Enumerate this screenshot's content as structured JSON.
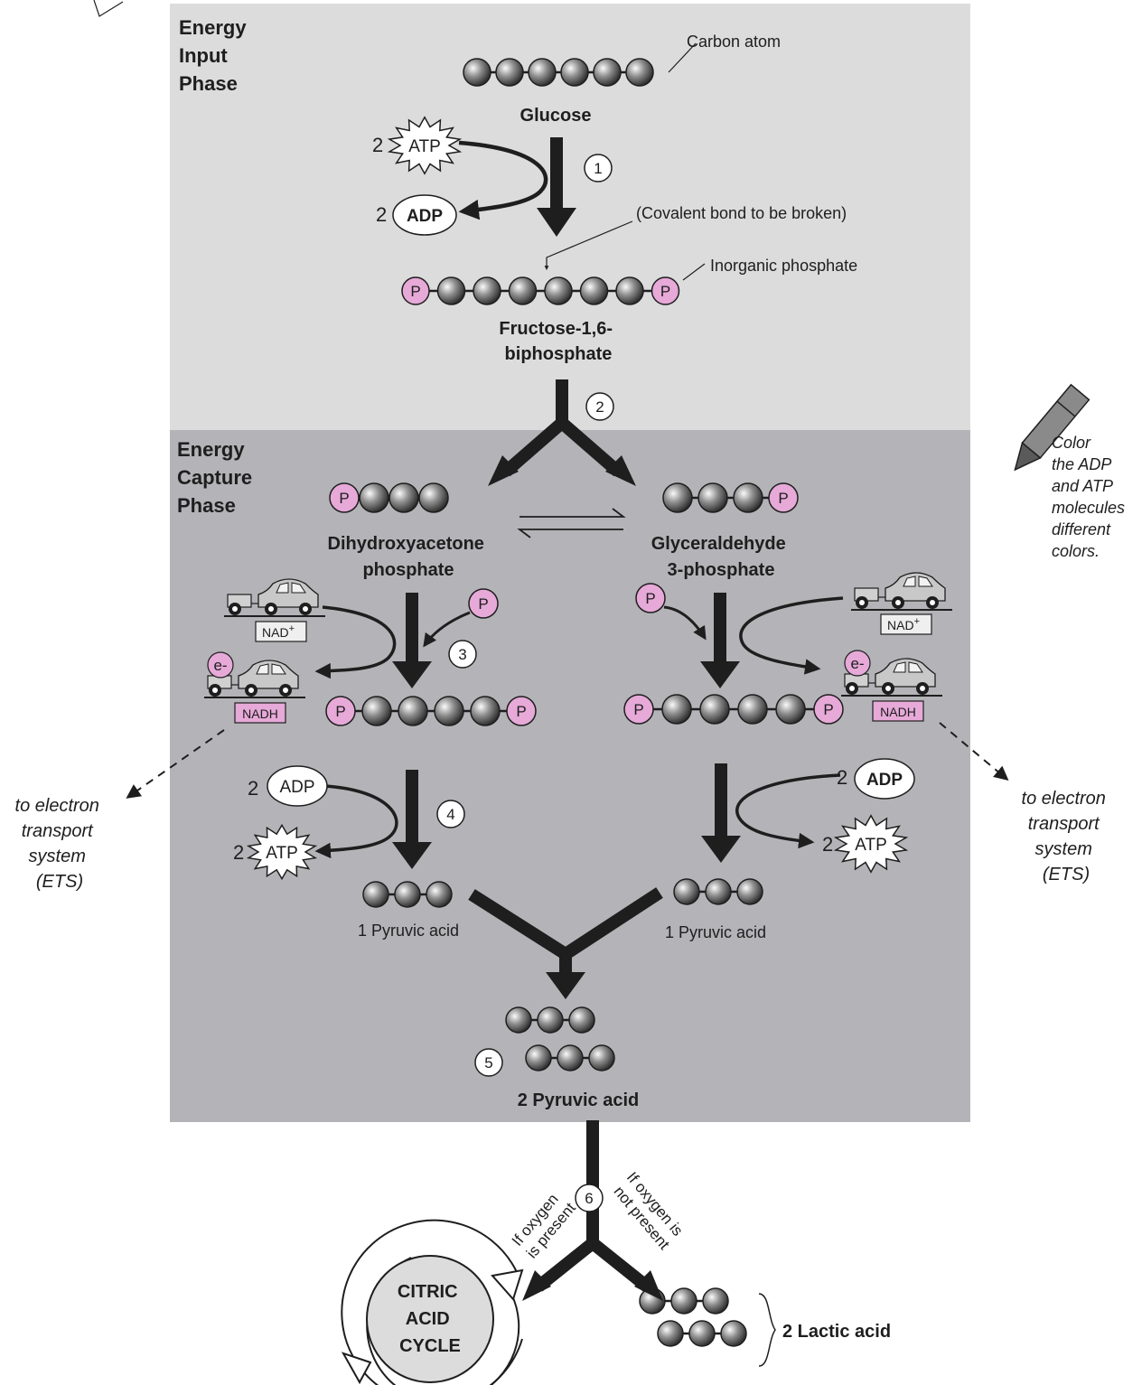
{
  "phases": {
    "input": [
      "Energy",
      "Input",
      "Phase"
    ],
    "capture": [
      "Energy",
      "Capture",
      "Phase"
    ]
  },
  "labels": {
    "carbon_atom": "Carbon atom",
    "glucose": "Glucose",
    "covalent_bond": "(Covalent bond to be broken)",
    "inorganic_phosphate": "Inorganic phosphate",
    "fructose": [
      "Fructose-1,6-",
      "biphosphate"
    ],
    "dhap": [
      "Dihydroxyacetone",
      "phosphate"
    ],
    "g3p": [
      "Glyceraldehyde",
      "3-phosphate"
    ],
    "pyruvic_one": "1 Pyruvic acid",
    "pyruvic_two": "2 Pyruvic acid",
    "ets": [
      "to electron",
      "transport",
      "system",
      "(ETS)"
    ],
    "oxygen_present": [
      "If oxygen",
      "is present"
    ],
    "oxygen_absent": [
      "If oxygen is",
      "not present"
    ],
    "citric": [
      "CITRIC",
      "ACID",
      "CYCLE"
    ],
    "lactic": "2 Lactic acid",
    "note": [
      "Color",
      "the ADP",
      "and ATP",
      "molecules",
      "different",
      "colors."
    ]
  },
  "molecules": {
    "atp": "ATP",
    "adp": "ADP",
    "nad": "NAD",
    "nad_sup": "+",
    "nadh": "NADH",
    "phosphate": "P",
    "electron": "e-",
    "coefficient": "2"
  },
  "steps": [
    "1",
    "2",
    "3",
    "4",
    "5",
    "6"
  ],
  "colors": {
    "input_bg": "#dcdcdc",
    "capture_bg": "#b4b4b8",
    "phosphate": "#e6a9d8",
    "arrow": "#1e1e1e"
  }
}
